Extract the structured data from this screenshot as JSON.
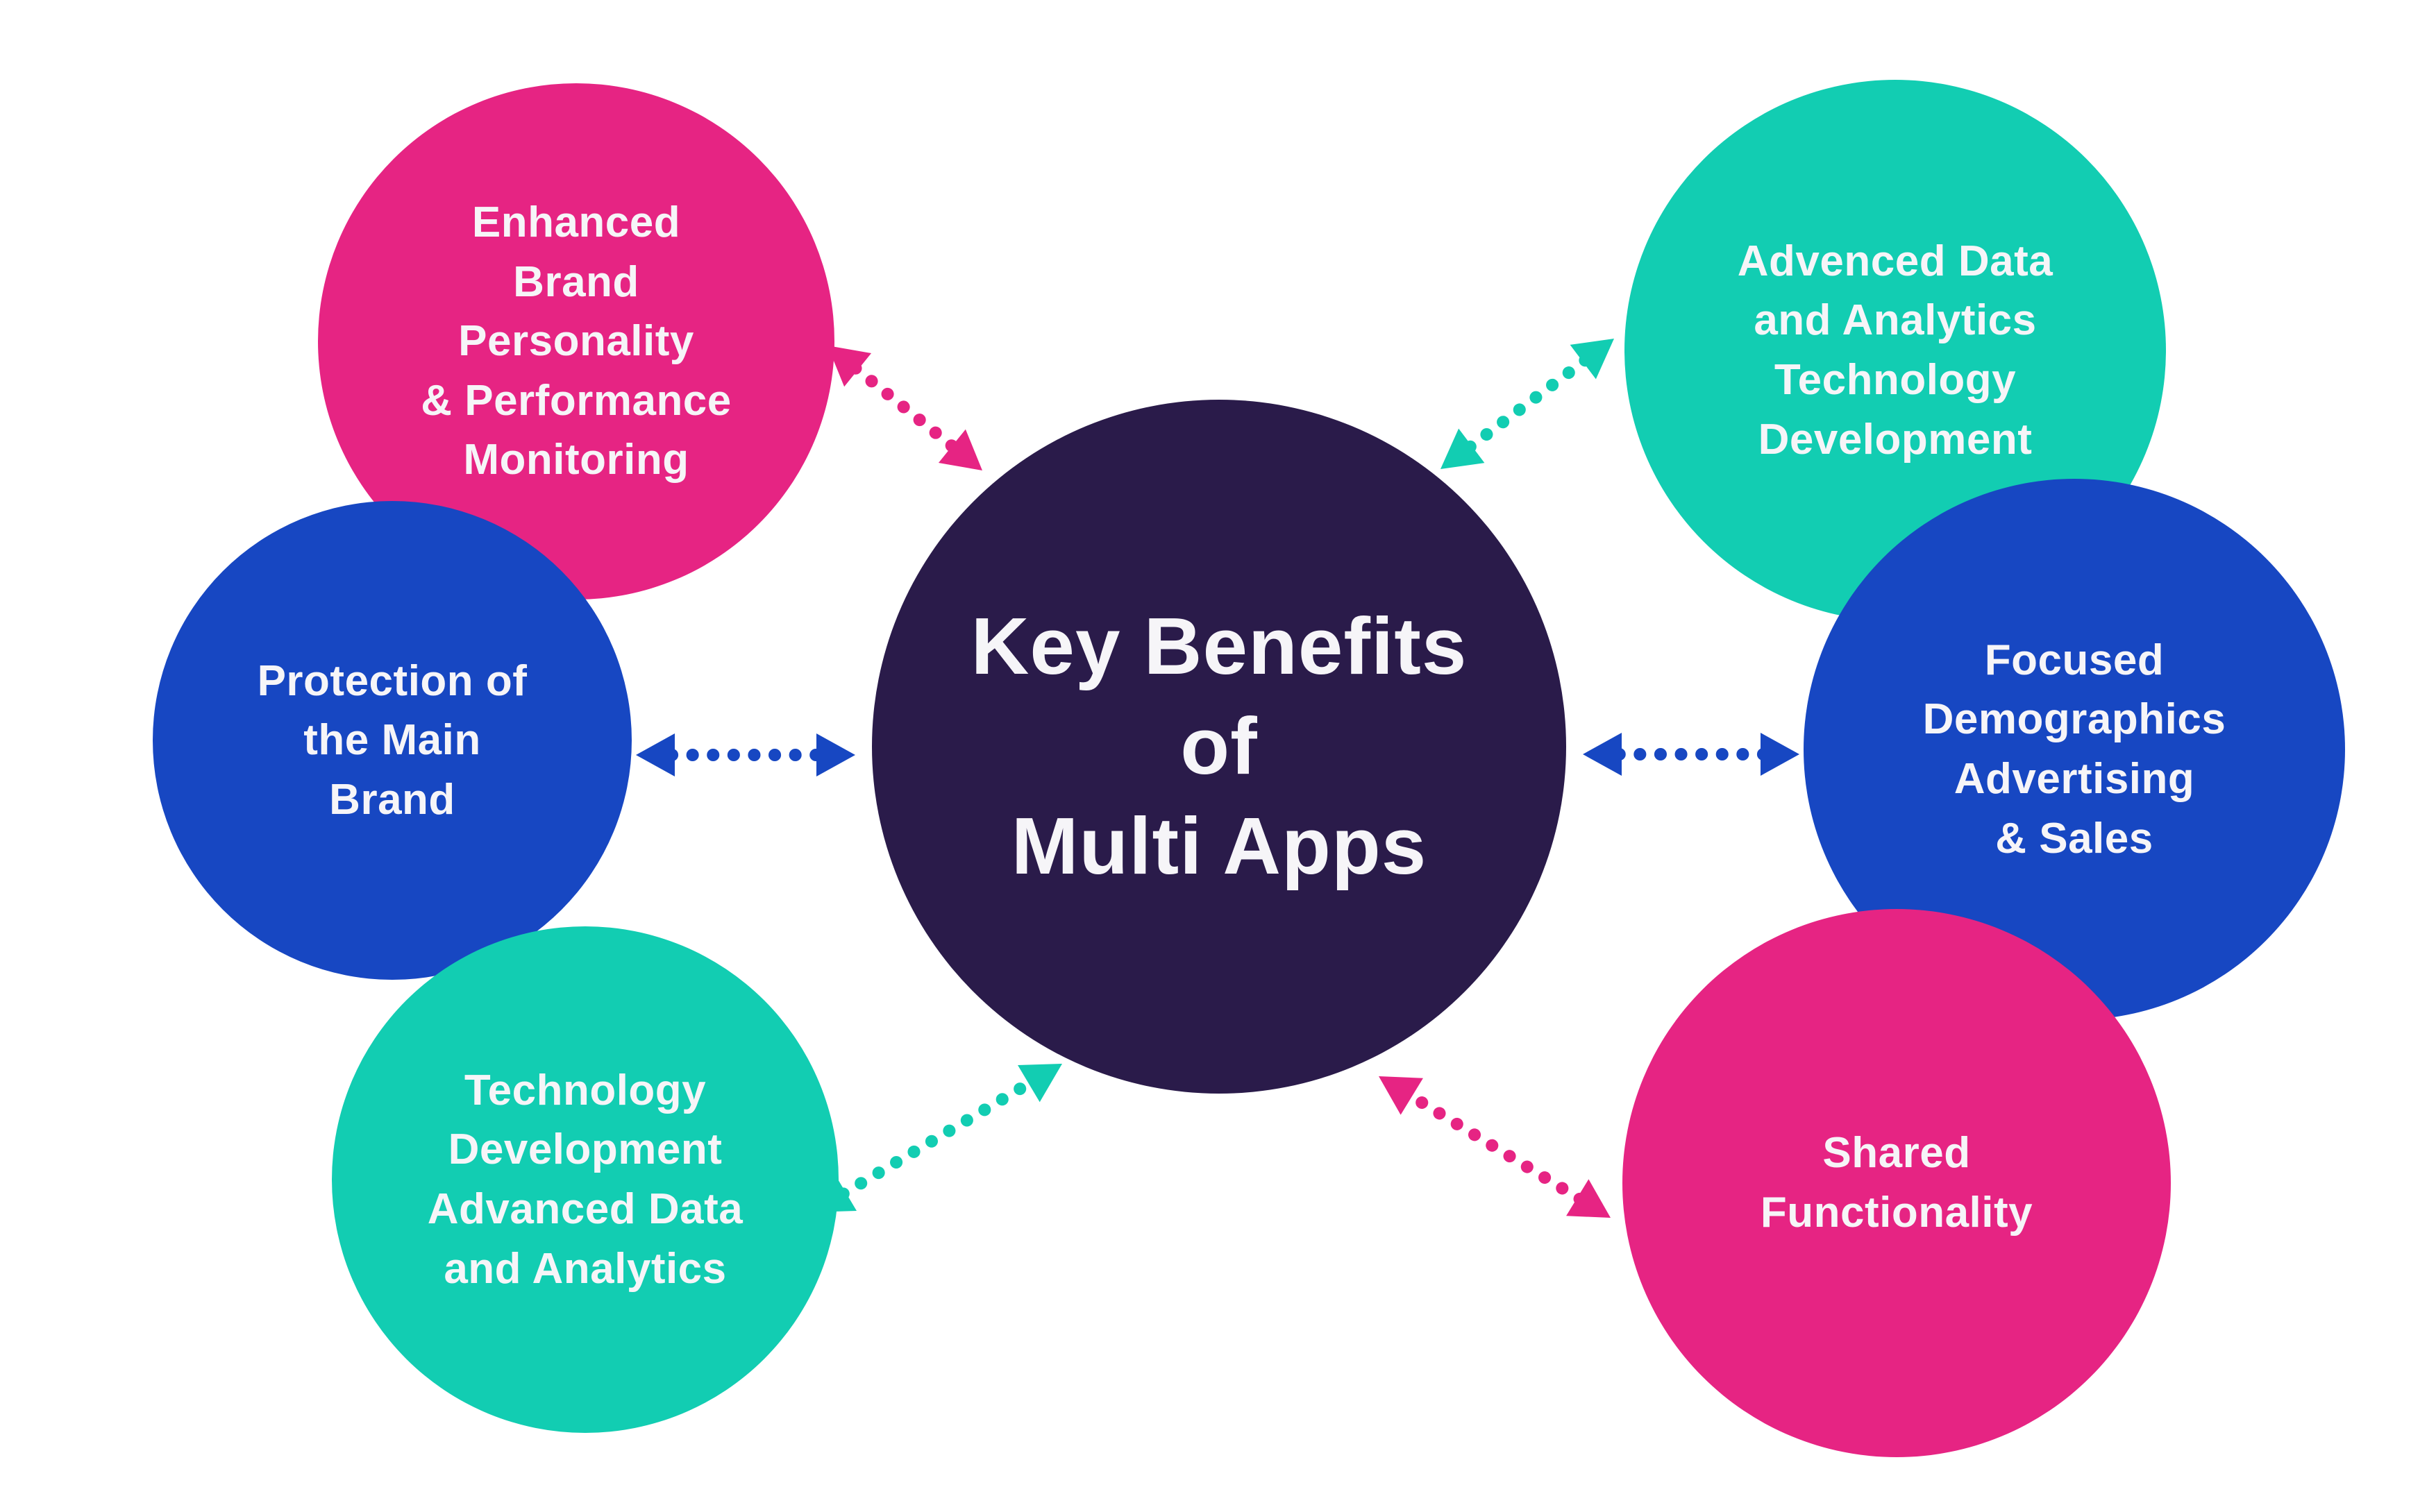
{
  "palette": {
    "pink": "#E62483",
    "blue": "#1747C2",
    "teal": "#12CDB2",
    "dark": "#2A1B4A",
    "text": "#F6F5F8",
    "background": "#FFFFFF"
  },
  "center": {
    "id": "center",
    "label": "Key Benefits\nof\nMulti Apps",
    "color": "dark"
  },
  "nodes": [
    {
      "id": "enhanced-brand",
      "label": "Enhanced\nBrand\nPersonality\n& Performance\nMonitoring",
      "color": "pink",
      "position": "top-left"
    },
    {
      "id": "main-brand-protection",
      "label": "Protection of\nthe Main\nBrand",
      "color": "blue",
      "position": "left"
    },
    {
      "id": "tech-dev-analytics",
      "label": "Technology\nDevelopment\nAdvanced Data\nand Analytics",
      "color": "teal",
      "position": "bottom-left"
    },
    {
      "id": "advanced-data-tech",
      "label": "Advenced Data\nand Analytics\nTechnology\nDevelopment",
      "color": "teal",
      "position": "top-right"
    },
    {
      "id": "focused-demographics",
      "label": "Focused\nDemographics\nAdvertising\n& Sales",
      "color": "blue",
      "position": "right"
    },
    {
      "id": "shared-functionality",
      "label": "Shared\nFunctionality",
      "color": "pink",
      "position": "bottom-right"
    }
  ],
  "connectors": [
    {
      "from": "center",
      "to": "enhanced-brand",
      "color": "pink",
      "line_style": "dotted",
      "arrowheads": "both-ends"
    },
    {
      "from": "center",
      "to": "main-brand-protection",
      "color": "blue",
      "line_style": "dotted",
      "arrowheads": "both-ends"
    },
    {
      "from": "center",
      "to": "tech-dev-analytics",
      "color": "teal",
      "line_style": "dotted",
      "arrowheads": "both-ends"
    },
    {
      "from": "center",
      "to": "advanced-data-tech",
      "color": "teal",
      "line_style": "dotted",
      "arrowheads": "both-ends"
    },
    {
      "from": "center",
      "to": "focused-demographics",
      "color": "blue",
      "line_style": "dotted",
      "arrowheads": "both-ends"
    },
    {
      "from": "center",
      "to": "shared-functionality",
      "color": "pink",
      "line_style": "dotted",
      "arrowheads": "both-ends"
    }
  ]
}
